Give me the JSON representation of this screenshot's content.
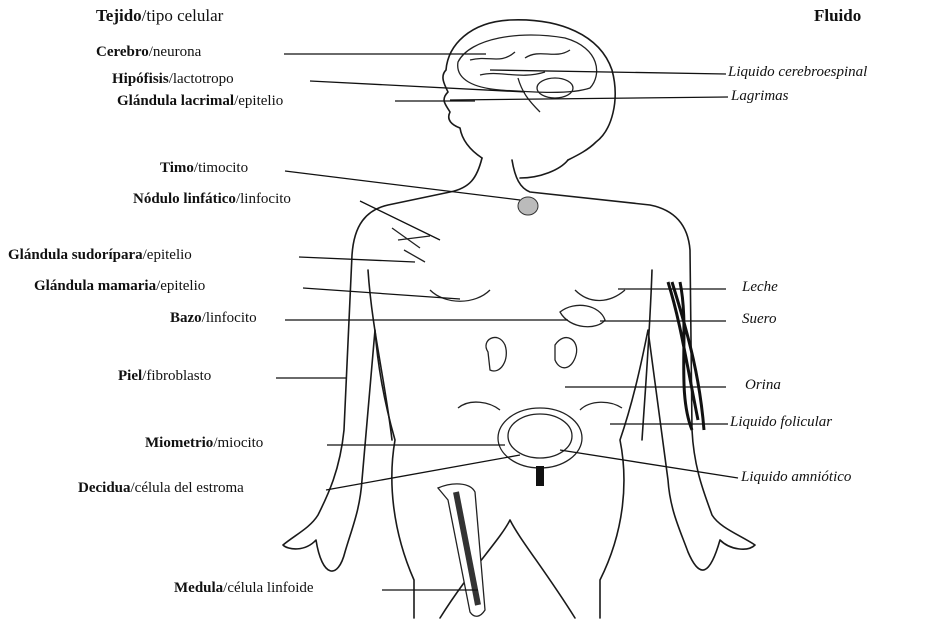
{
  "headers": {
    "tissue": "Tejido/tipo celular",
    "fluid": "Fluido"
  },
  "tissue_labels": [
    {
      "bold": "Cerebro",
      "rest": "/neurona"
    },
    {
      "bold": "Hipófisis",
      "rest": "/lactotropo"
    },
    {
      "bold": "Glándula lacrimal",
      "rest": "/epitelio"
    },
    {
      "bold": "Timo",
      "rest": "/timocito"
    },
    {
      "bold": "Nódulo linfático",
      "rest": "/linfocito"
    },
    {
      "bold": "Glándula sudorípara",
      "rest": "/epitelio"
    },
    {
      "bold": "Glándula mamaria",
      "rest": "/epitelio"
    },
    {
      "bold": "Bazo",
      "rest": "/linfocito"
    },
    {
      "bold": "Piel",
      "rest": "/fibroblasto"
    },
    {
      "bold": "Miometrio",
      "rest": "/miocito"
    },
    {
      "bold": "Decidua",
      "rest": "/célula del estroma"
    },
    {
      "bold": "Medula",
      "rest": "/célula linfoide"
    }
  ],
  "fluid_labels": [
    "Liquido cerebroespinal",
    "Lagrimas",
    "Leche",
    "Suero",
    "Orina",
    "Liquido folicular",
    "Liquido amniótico"
  ]
}
